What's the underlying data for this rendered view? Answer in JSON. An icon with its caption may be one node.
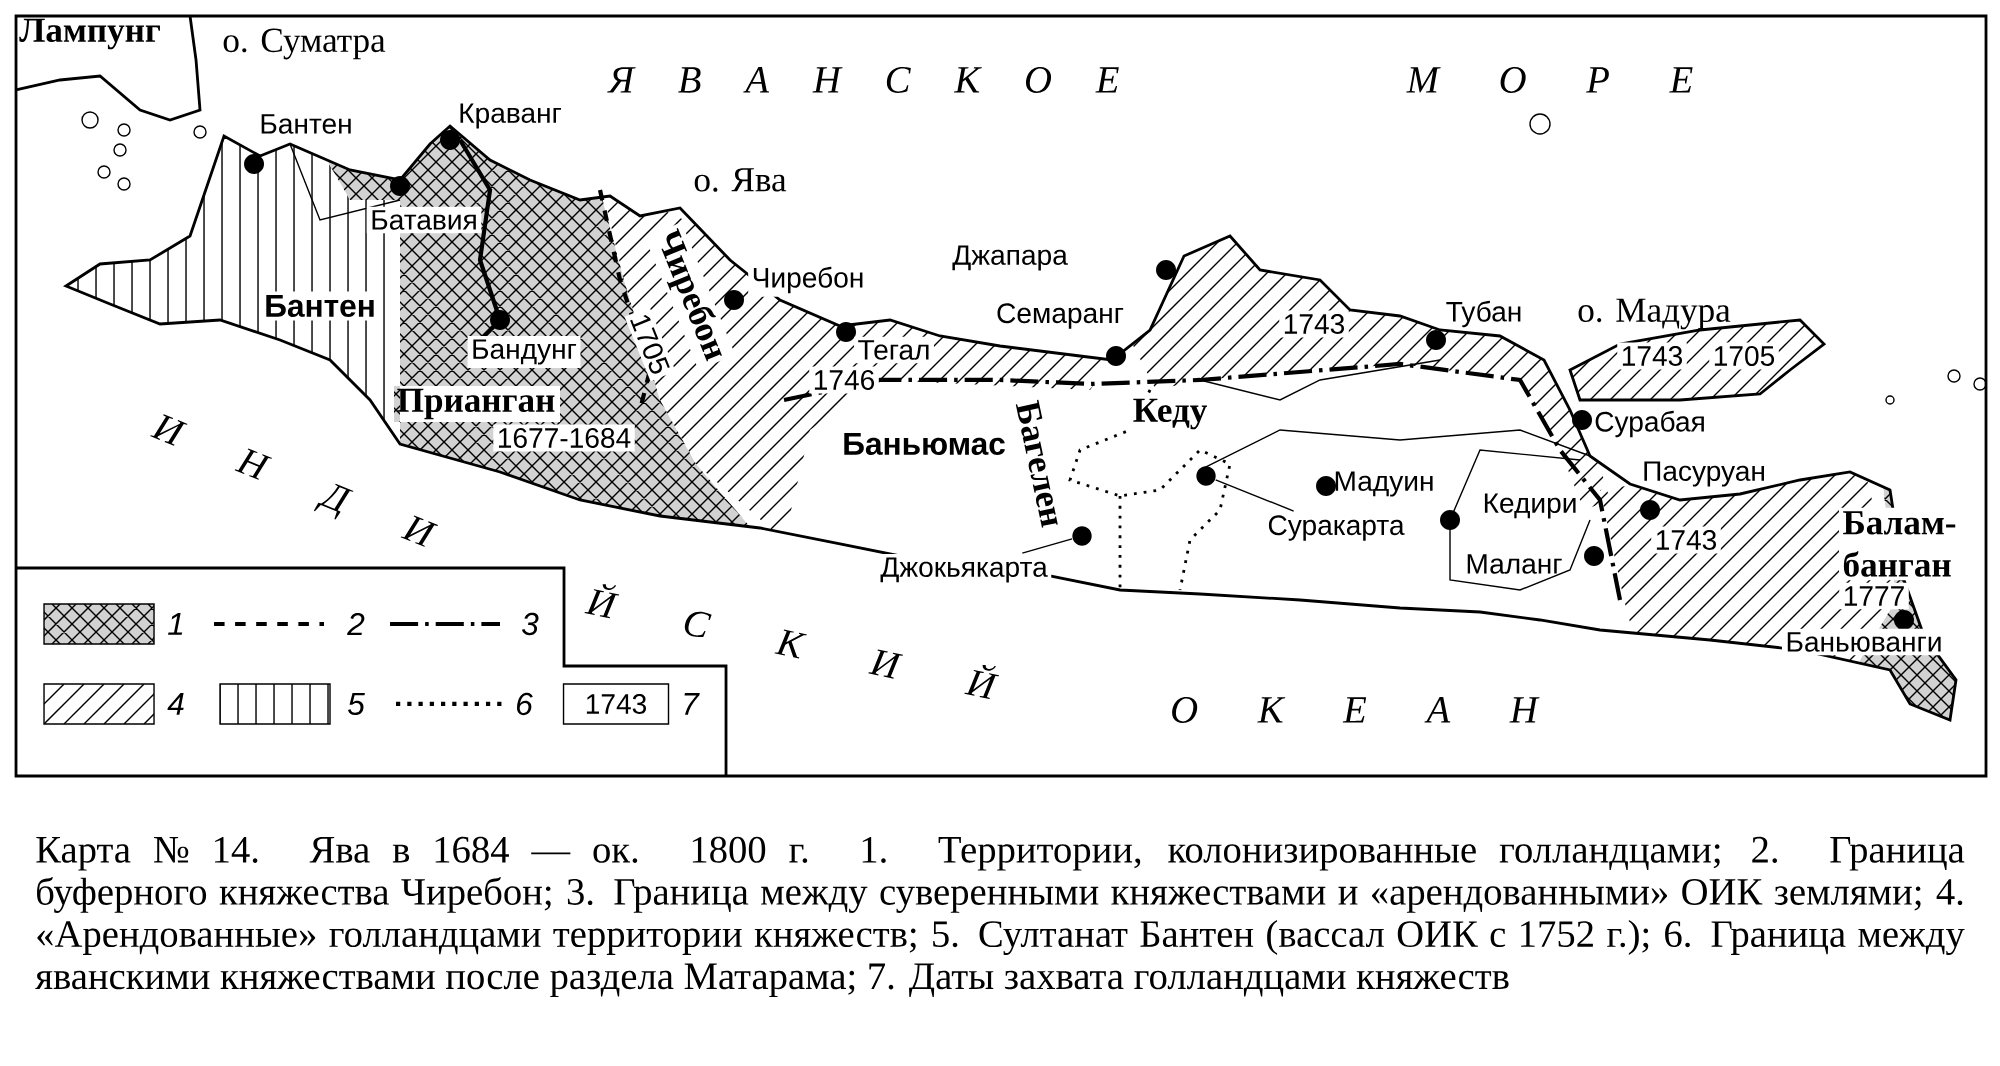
{
  "diagram": {
    "caption": "Карта № 14. Ява в 1684 — ок. 1800 г. 1. Территории, колонизированные голландцами; 2. Граница буферного княжества Чиребон; 3. Граница между суверенными княжествами и «арендованными» ОИК землями; 4. «Арендованные» голландцами территории княжеств; 5. Султанат Бантен (вассал ОИК с 1752 г.); 6. Граница между яванскими княжествами после раздела Матарама; 7. Даты захвата голландцами княжеств",
    "nodes": [
      {
        "text": [
          "Джокьякарта"
        ]
      },
      {
        "text": [],
        "shape": "circle"
      },
      {
        "text": [
          "Суракарта"
        ]
      },
      {
        "text": [],
        "shape": "circle"
      }
    ],
    "edges": [
      {
        "from": 0,
        "to": 1,
        "arrow": "none"
      },
      {
        "from": 2,
        "to": 3,
        "arrow": "none"
      }
    ],
    "labels": [
      "Лампунг",
      "о. Суматра",
      "Я В А Н С К О Е",
      "М О Р Е",
      "Бантен",
      "Краванг",
      "о. Ява",
      "Батавия",
      "Бантен",
      "Чиребон",
      "1705",
      "Чиребон",
      "Джапара",
      "Семаранг",
      "1743",
      "Тубан",
      "о. Мадура",
      "Бандунг",
      "Тегал",
      "1746",
      "1743",
      "1705",
      "Прианган",
      "1677-1684",
      "Сурабая",
      "Кеду",
      "Баньюмас",
      "Пасуруан",
      "Мадуин",
      "Багелен",
      "Кедири",
      "1743",
      "Балам- банган",
      "Маланг",
      "1777",
      "Баньюванги",
      "И Н Д И",
      "Й С К И Й",
      "О К Е А Н",
      "1743"
    ],
    "legend": [
      {
        "text": "1"
      },
      {
        "text": "2"
      },
      {
        "text": "3"
      },
      {
        "text": "4"
      },
      {
        "text": "5"
      },
      {
        "text": "6"
      },
      {
        "text": "7"
      }
    ]
  }
}
